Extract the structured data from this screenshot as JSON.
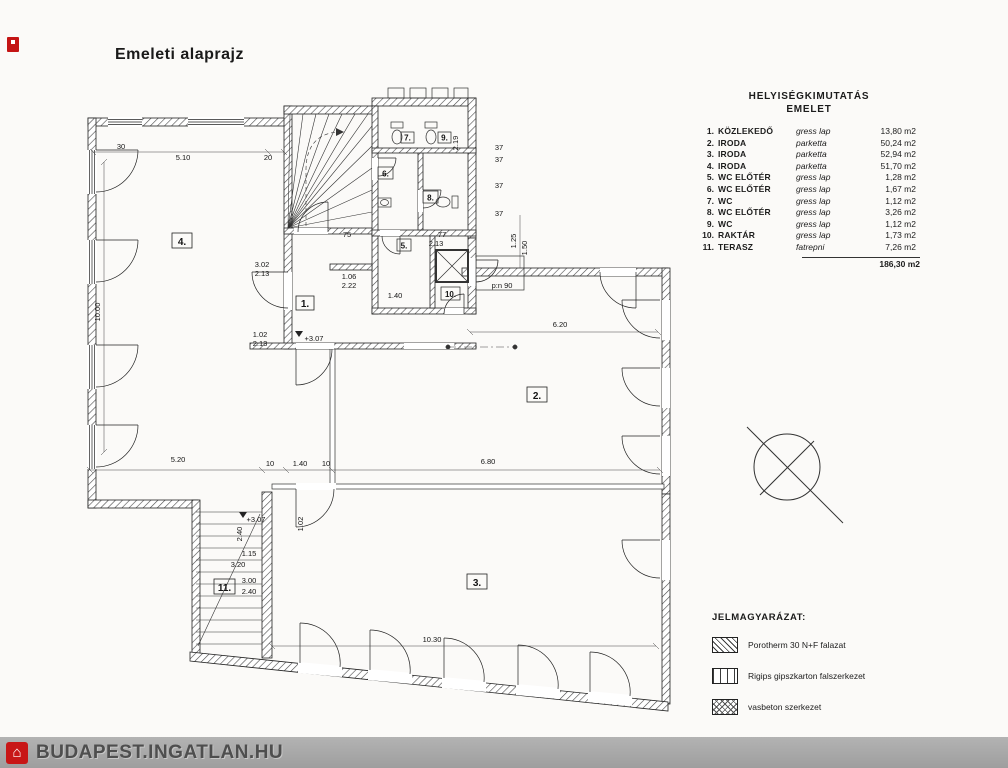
{
  "page": {
    "title": "Emeleti alaprajz",
    "watermark": "BUDAPEST.INGATLAN.HU"
  },
  "schedule": {
    "title_line1": "HELYISÉGKIMUTATÁS",
    "title_line2": "EMELET",
    "rows": [
      {
        "num": "1.",
        "name": "KÖZLEKEDŐ",
        "finish": "gress lap",
        "area": "13,80 m2"
      },
      {
        "num": "2.",
        "name": "IRODA",
        "finish": "parketta",
        "area": "50,24 m2"
      },
      {
        "num": "3.",
        "name": "IRODA",
        "finish": "parketta",
        "area": "52,94 m2"
      },
      {
        "num": "4.",
        "name": "IRODA",
        "finish": "parketta",
        "area": "51,70 m2"
      },
      {
        "num": "5.",
        "name": "WC ELŐTÉR",
        "finish": "gress lap",
        "area": "1,28 m2"
      },
      {
        "num": "6.",
        "name": "WC ELŐTÉR",
        "finish": "gress lap",
        "area": "1,67 m2"
      },
      {
        "num": "7.",
        "name": "WC",
        "finish": "gress lap",
        "area": "1,12 m2"
      },
      {
        "num": "8.",
        "name": "WC ELŐTÉR",
        "finish": "gress lap",
        "area": "3,26 m2"
      },
      {
        "num": "9.",
        "name": "WC",
        "finish": "gress lap",
        "area": "1,12 m2"
      },
      {
        "num": "10.",
        "name": "RAKTÁR",
        "finish": "gress lap",
        "area": "1,73 m2"
      },
      {
        "num": "11.",
        "name": "TERASZ",
        "finish": "fatrepni",
        "area": "7,26 m2"
      }
    ],
    "total": "186,30 m2"
  },
  "legend": {
    "title": "JELMAGYARÁZAT:",
    "items": [
      {
        "label": "Porotherm 30 N+F falazat"
      },
      {
        "label": "Rigips gipszkarton falszerkezet"
      },
      {
        "label": "vasbeton szerkezet"
      }
    ]
  },
  "plan": {
    "rooms": [
      "1.",
      "2.",
      "3.",
      "4.",
      "5.",
      "6.",
      "7.",
      "8.",
      "9.",
      "10.",
      "11."
    ],
    "dims": {
      "d510": "5.10",
      "d30": "30",
      "d20": "20",
      "d1000": "10.00",
      "d520": "5.20",
      "d10a": "10",
      "d140a": "1.40",
      "d10b": "10",
      "d680": "6.80",
      "d620": "6.20",
      "d1030": "10.30",
      "lvl1": "+3.07",
      "lvl2": "+3.07",
      "w302": "3.02",
      "w213a": "2.13",
      "w102a": "1.02",
      "w213b": "2.13",
      "w106": "1.06",
      "w222": "2.22",
      "w140": "1.40",
      "s75": "75",
      "s77": "77",
      "s213": "2.13",
      "t37a": "37",
      "t37b": "37",
      "t37c": "37",
      "t37d": "37",
      "v219": "2.19",
      "v125": "1.25",
      "v150": "1.50",
      "pn90": "p:n 90",
      "v102": "1.02",
      "v240": "2.40",
      "b300": "3.00",
      "b240": "2.40",
      "b320": "3.20",
      "b115": "1.15"
    }
  }
}
